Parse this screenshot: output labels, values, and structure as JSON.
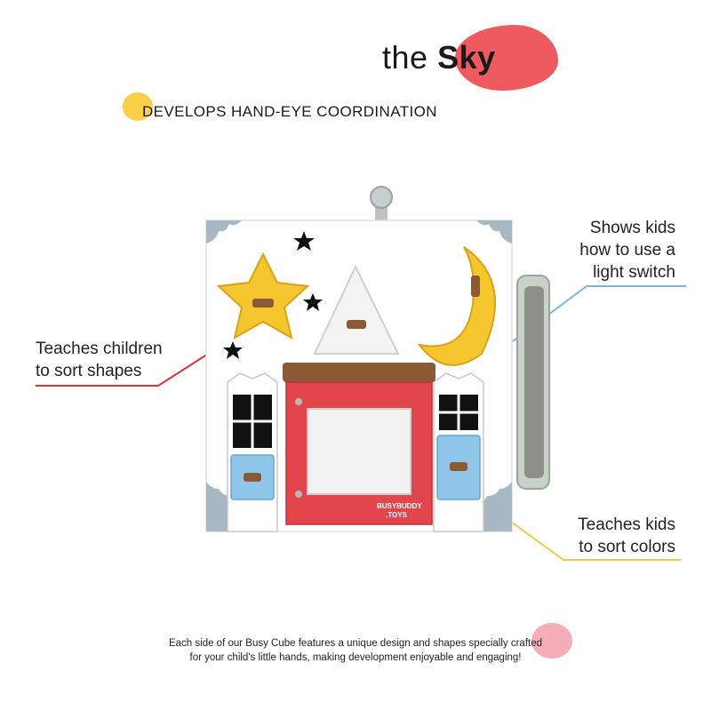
{
  "header": {
    "title_part1": "the",
    "title_part2": "Sky",
    "tagline": "DEVELOPS HAND-EYE COORDINATION"
  },
  "callouts": {
    "left": {
      "line1": "Teaches children",
      "line2": "to sort shapes",
      "color": "#d8333a"
    },
    "top_right": {
      "line1": "Shows kids",
      "line2": "how to use a",
      "line3": "light switch",
      "color": "#7ab7e0"
    },
    "bottom_right": {
      "line1": "Teaches kids",
      "line2": "to sort colors",
      "color": "#f2c94c"
    }
  },
  "product": {
    "brand_text_1": "BUSYBUDDY",
    "brand_text_2": ".TOYS",
    "colors": {
      "board": "#ffffff",
      "star": "#f5c62e",
      "moon": "#f5c62e",
      "door": "#e2464c",
      "drawer": "#8fc6ea",
      "corner": "#a7b8c2",
      "wood": "#8a5a34"
    },
    "icons": [
      "star-icon",
      "triangle-icon",
      "moon-icon",
      "window-icon",
      "drawer-icon"
    ]
  },
  "footer": {
    "line1": "Each side of our Busy Cube features a unique design and shapes specially crafted",
    "line2": "for your child's little hands, making development enjoyable and engaging!"
  },
  "accents": {
    "title_blob": "#ee5a5f",
    "tagline_blob": "#f7cf48",
    "footer_blob": "#f6a3b0"
  }
}
